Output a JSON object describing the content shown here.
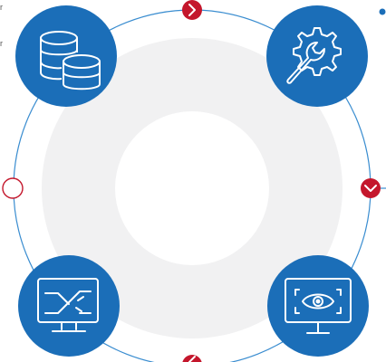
{
  "colors": {
    "primary_blue": "#1b6eb8",
    "ring_stroke": "#3a8dd0",
    "inner_disc": "#f1f1f2",
    "accent_red": "#c4172c",
    "icon_line": "#ffffff",
    "bullet_blue": "#1b6eb8"
  },
  "nodes": [
    {
      "id": "database",
      "icon": "database-icon"
    },
    {
      "id": "settings",
      "icon": "gear-wrench-icon"
    },
    {
      "id": "network",
      "icon": "monitor-network-icon"
    },
    {
      "id": "monitoring",
      "icon": "monitor-eye-icon"
    }
  ],
  "connectors": [
    {
      "position": "top",
      "icon": "chevron-right-icon",
      "style": "filled-red"
    },
    {
      "position": "right",
      "icon": "chevron-down-icon",
      "style": "filled-red"
    },
    {
      "position": "bottom",
      "icon": "chevron-left-icon",
      "style": "filled-red"
    },
    {
      "position": "left",
      "icon": "empty-circle",
      "style": "outline-red"
    }
  ],
  "edge_text": [
    "r",
    "r"
  ]
}
